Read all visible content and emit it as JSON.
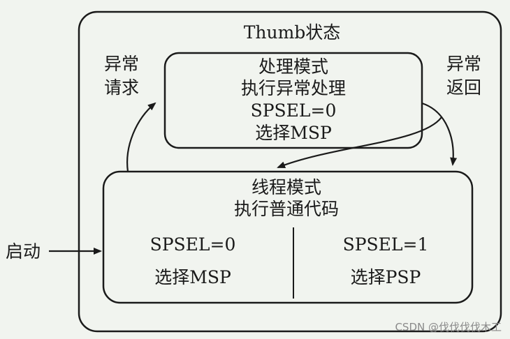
{
  "diagram": {
    "outer_title": "Thumb状态",
    "handler_mode": {
      "title": "处理模式",
      "subtitle": "执行异常处理",
      "spsel": "SPSEL=0",
      "stack": "选择MSP"
    },
    "thread_mode": {
      "title": "线程模式",
      "subtitle": "执行普通代码",
      "left": {
        "spsel": "SPSEL=0",
        "stack": "选择MSP"
      },
      "right": {
        "spsel": "SPSEL=1",
        "stack": "选择PSP"
      }
    },
    "labels": {
      "exception_request_line1": "异常",
      "exception_request_line2": "请求",
      "exception_return_line1": "异常",
      "exception_return_line2": "返回",
      "startup": "启动"
    }
  },
  "watermark": "CSDN @伐伐伐伐木工",
  "colors": {
    "background": "#f1f4ef",
    "stroke": "#1a1a1a",
    "text": "#1a1a1a",
    "watermark": "#8a8a8a"
  }
}
